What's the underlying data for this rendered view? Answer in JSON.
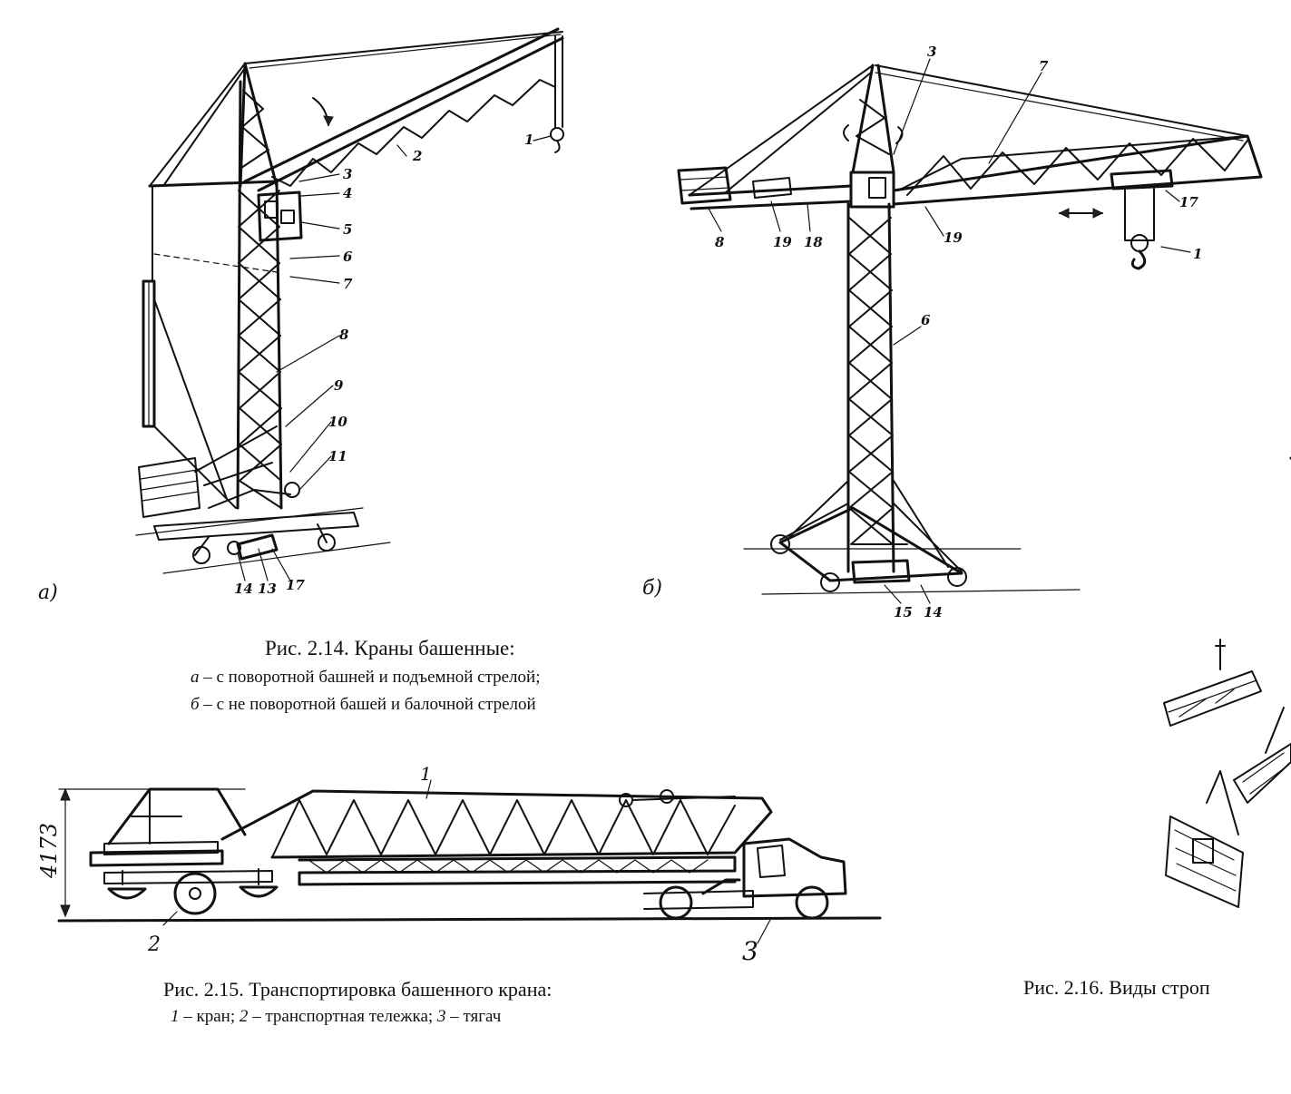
{
  "fig214": {
    "title": "Рис. 2.14. Краны башенные:",
    "line_a_letter": "а",
    "line_a_text": " – с поворотной башней и подъемной стрелой;",
    "line_b_letter": "б",
    "line_b_text": " – с не поворотной башей и балочной стрелой",
    "sub_a": "а)",
    "sub_b": "б)",
    "crane_a_labels": [
      "1",
      "2",
      "3",
      "4",
      "5",
      "6",
      "7",
      "8",
      "9",
      "10",
      "11",
      "14",
      "13",
      "17"
    ],
    "crane_b_labels": [
      "3",
      "7",
      "8",
      "19",
      "18",
      "19",
      "17",
      "1",
      "6",
      "15",
      "14"
    ]
  },
  "fig215": {
    "title": "Рис. 2.15. Транспортировка башенного крана:",
    "legend_1": "1",
    "legend_1_text": " – кран;  ",
    "legend_2": "2",
    "legend_2_text": " – транспортная тележка; ",
    "legend_3": "3",
    "legend_3_text": " – тягач",
    "dimension": "4173",
    "labels": [
      "1",
      "2",
      "3"
    ]
  },
  "fig216": {
    "title_partial": "Рис. 2.16. Виды строп"
  }
}
